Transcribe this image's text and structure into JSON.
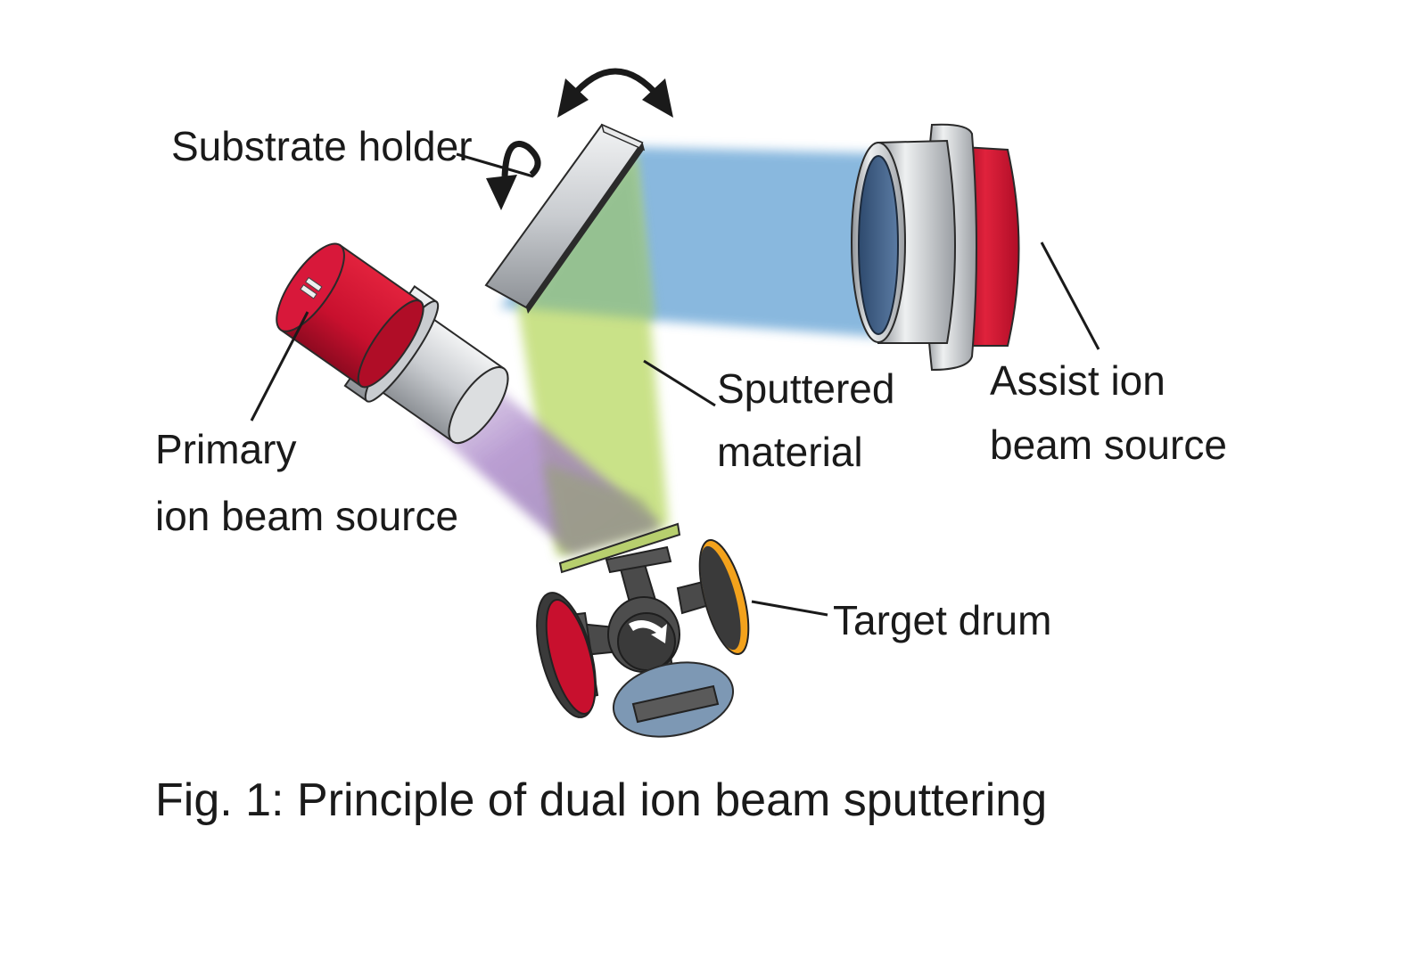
{
  "labels": {
    "substrate_holder": "Substrate holder",
    "primary_line1": "Primary",
    "primary_line2": "ion beam source",
    "sputtered_line1": "Sputtered",
    "sputtered_line2": "material",
    "assist_line1": "Assist ion",
    "assist_line2": "beam source",
    "target_drum": "Target drum"
  },
  "caption": "Fig. 1: Principle of dual ion beam sputtering",
  "colors": {
    "assist_beam": "#7fb2dc",
    "primary_beam": "#a47fc4",
    "sputter_beam": "#c4df7c",
    "source_red": "#c8102e",
    "target_orange": "#f3a21c",
    "target_blue": "#7d98b4",
    "drum_grey": "#4a4a4a",
    "metal": "#d0d2d5"
  }
}
